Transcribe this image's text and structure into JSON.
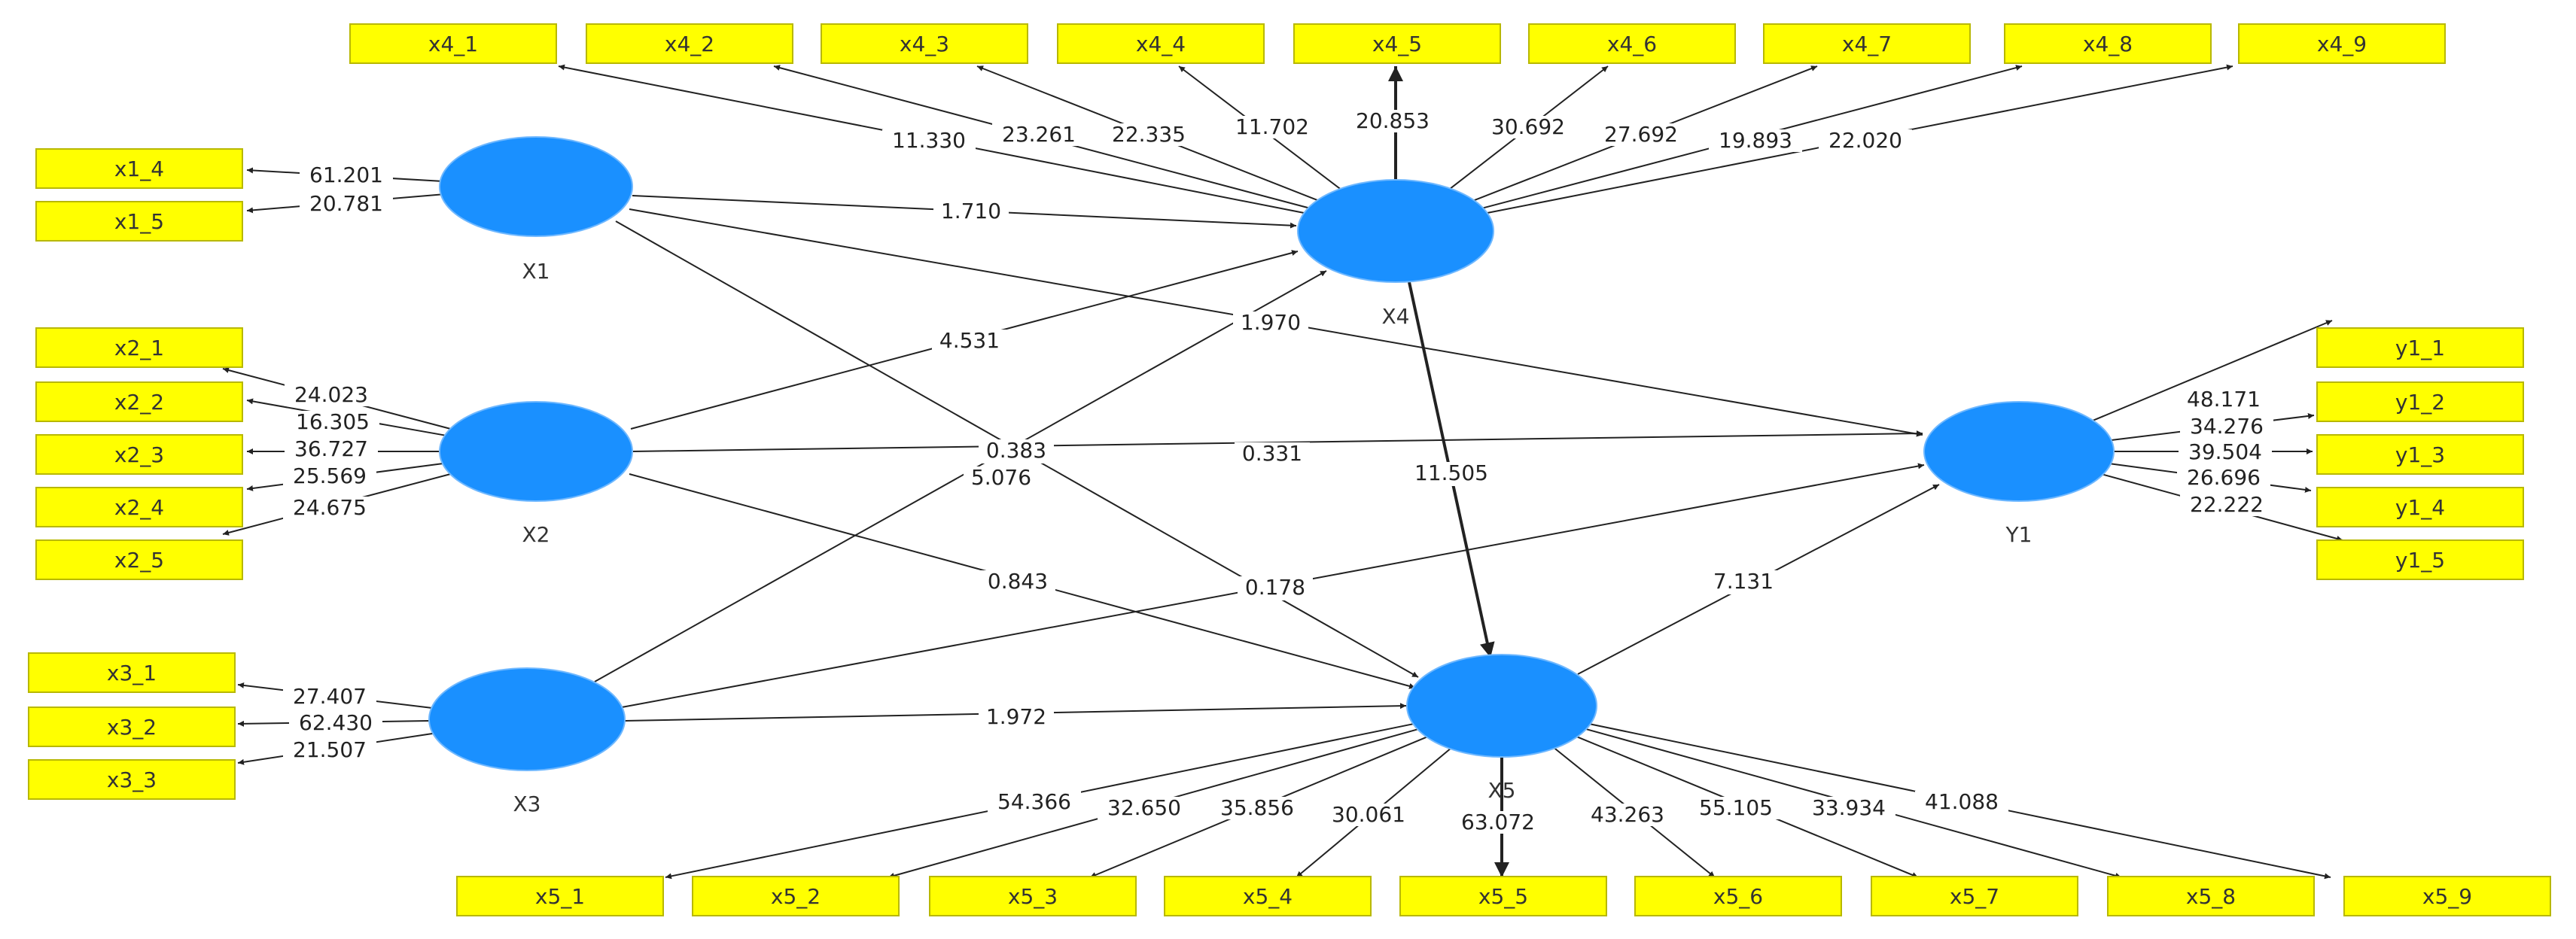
{
  "colors": {
    "indicator_fill": "#ffff00",
    "indicator_stroke": "#b8b800",
    "latent_fill": "#1a90ff",
    "edge": "#222222",
    "text": "#333333"
  },
  "latents": [
    {
      "id": "X1",
      "label": "X1"
    },
    {
      "id": "X2",
      "label": "X2"
    },
    {
      "id": "X3",
      "label": "X3"
    },
    {
      "id": "X4",
      "label": "X4"
    },
    {
      "id": "X5",
      "label": "X5"
    },
    {
      "id": "Y1",
      "label": "Y1"
    }
  ],
  "indicators": [
    {
      "id": "x1_4",
      "latent": "X1",
      "value": "61.201"
    },
    {
      "id": "x1_5",
      "latent": "X1",
      "value": "20.781"
    },
    {
      "id": "x2_1",
      "latent": "X2",
      "value": "24.023"
    },
    {
      "id": "x2_2",
      "latent": "X2",
      "value": "16.305"
    },
    {
      "id": "x2_3",
      "latent": "X2",
      "value": "36.727"
    },
    {
      "id": "x2_4",
      "latent": "X2",
      "value": "25.569"
    },
    {
      "id": "x2_5",
      "latent": "X2",
      "value": "24.675"
    },
    {
      "id": "x3_1",
      "latent": "X3",
      "value": "27.407"
    },
    {
      "id": "x3_2",
      "latent": "X3",
      "value": "62.430"
    },
    {
      "id": "x3_3",
      "latent": "X3",
      "value": "21.507"
    },
    {
      "id": "x4_1",
      "latent": "X4",
      "value": "11.330"
    },
    {
      "id": "x4_2",
      "latent": "X4",
      "value": "23.261"
    },
    {
      "id": "x4_3",
      "latent": "X4",
      "value": "22.335"
    },
    {
      "id": "x4_4",
      "latent": "X4",
      "value": "11.702"
    },
    {
      "id": "x4_5",
      "latent": "X4",
      "value": "20.853"
    },
    {
      "id": "x4_6",
      "latent": "X4",
      "value": "30.692"
    },
    {
      "id": "x4_7",
      "latent": "X4",
      "value": "27.692"
    },
    {
      "id": "x4_8",
      "latent": "X4",
      "value": "19.893"
    },
    {
      "id": "x4_9",
      "latent": "X4",
      "value": "22.020"
    },
    {
      "id": "x5_1",
      "latent": "X5",
      "value": "54.366"
    },
    {
      "id": "x5_2",
      "latent": "X5",
      "value": "32.650"
    },
    {
      "id": "x5_3",
      "latent": "X5",
      "value": "35.856"
    },
    {
      "id": "x5_4",
      "latent": "X5",
      "value": "30.061"
    },
    {
      "id": "x5_5",
      "latent": "X5",
      "value": "63.072"
    },
    {
      "id": "x5_6",
      "latent": "X5",
      "value": "43.263"
    },
    {
      "id": "x5_7",
      "latent": "X5",
      "value": "55.105"
    },
    {
      "id": "x5_8",
      "latent": "X5",
      "value": "33.934"
    },
    {
      "id": "x5_9",
      "latent": "X5",
      "value": "41.088"
    },
    {
      "id": "y1_1",
      "latent": "Y1",
      "value": "48.171"
    },
    {
      "id": "y1_2",
      "latent": "Y1",
      "value": "34.276"
    },
    {
      "id": "y1_3",
      "latent": "Y1",
      "value": "39.504"
    },
    {
      "id": "y1_4",
      "latent": "Y1",
      "value": "26.696"
    },
    {
      "id": "y1_5",
      "latent": "Y1",
      "value": "22.222"
    }
  ],
  "paths": [
    {
      "from": "X1",
      "to": "X4",
      "value": "1.710"
    },
    {
      "from": "X1",
      "to": "Y1",
      "value": "1.970"
    },
    {
      "from": "X1",
      "to": "X5",
      "value": "0.383"
    },
    {
      "from": "X2",
      "to": "X4",
      "value": "4.531"
    },
    {
      "from": "X2",
      "to": "Y1",
      "value": "0.331"
    },
    {
      "from": "X2",
      "to": "X5",
      "value": "0.843"
    },
    {
      "from": "X3",
      "to": "X4",
      "value": "5.076"
    },
    {
      "from": "X3",
      "to": "Y1",
      "value": "0.178"
    },
    {
      "from": "X3",
      "to": "X5",
      "value": "1.972"
    },
    {
      "from": "X4",
      "to": "X5",
      "value": "11.505"
    },
    {
      "from": "X5",
      "to": "Y1",
      "value": "7.131"
    }
  ]
}
